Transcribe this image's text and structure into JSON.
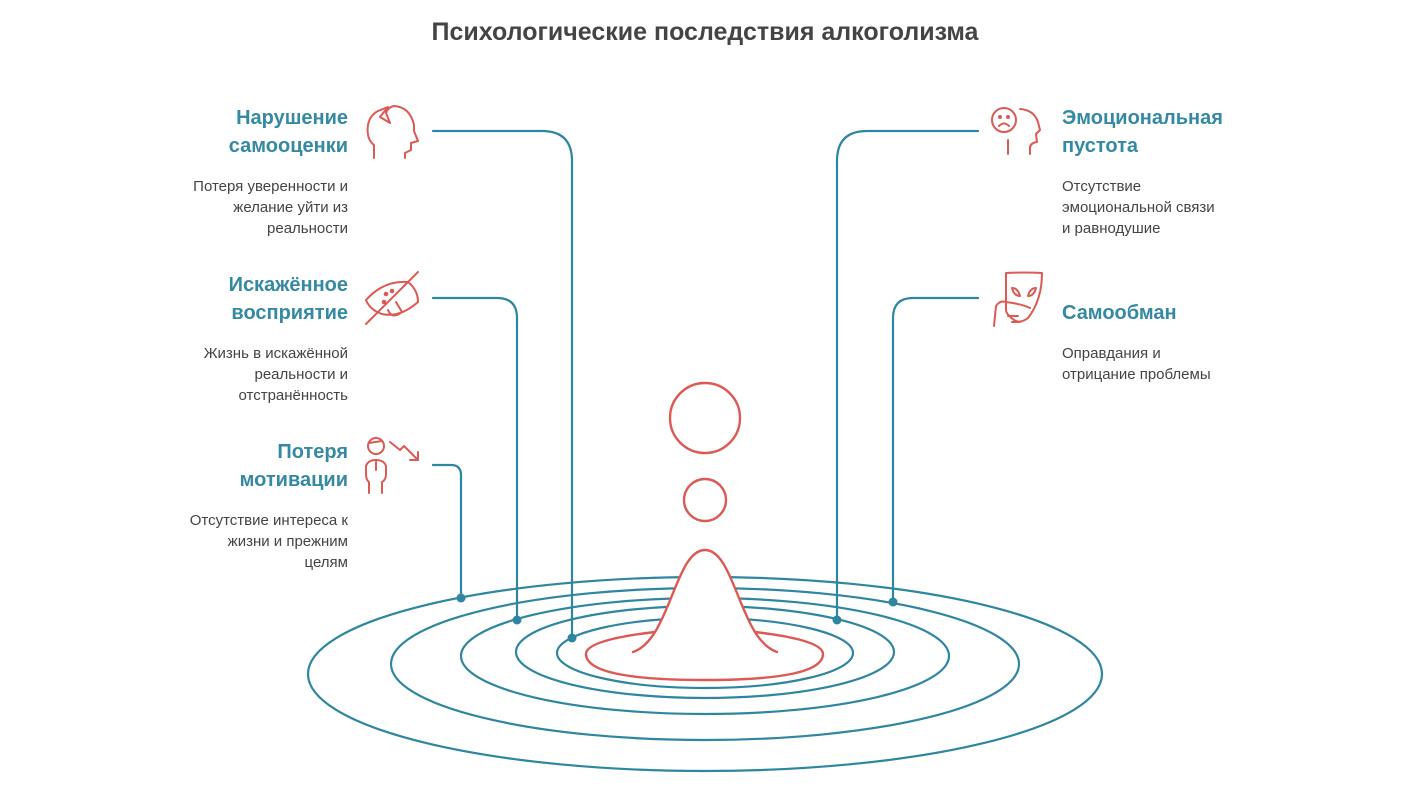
{
  "title": "Психологические последствия алкоголизма",
  "colors": {
    "teal": "#2f86a0",
    "red": "#dc5954",
    "text": "#444444"
  },
  "items": [
    {
      "heading1": "Нарушение",
      "heading2": "самооценки",
      "desc": [
        "Потеря уверенности и",
        "желание уйти из",
        "реальности"
      ],
      "icon": "broken-head-icon"
    },
    {
      "heading1": "Искажённое",
      "heading2": "восприятие",
      "desc": [
        "Жизнь в искажённой",
        "реальности и",
        "отстранённость"
      ],
      "icon": "crossed-eye-icon"
    },
    {
      "heading1": "Потеря",
      "heading2": "мотивации",
      "desc": [
        "Отсутствие интереса к",
        "жизни и прежним",
        "целям"
      ],
      "icon": "person-down-arrow-icon"
    },
    {
      "heading1": "Эмоциональная",
      "heading2": "пустота",
      "desc": [
        "Отсутствие",
        "эмоциональной связи",
        "и равнодушие"
      ],
      "icon": "sad-face-head-icon"
    },
    {
      "heading1": "Самообман",
      "heading2": "",
      "desc": [
        "Оправдания и",
        "отрицание проблемы"
      ],
      "icon": "mask-hand-icon"
    }
  ]
}
